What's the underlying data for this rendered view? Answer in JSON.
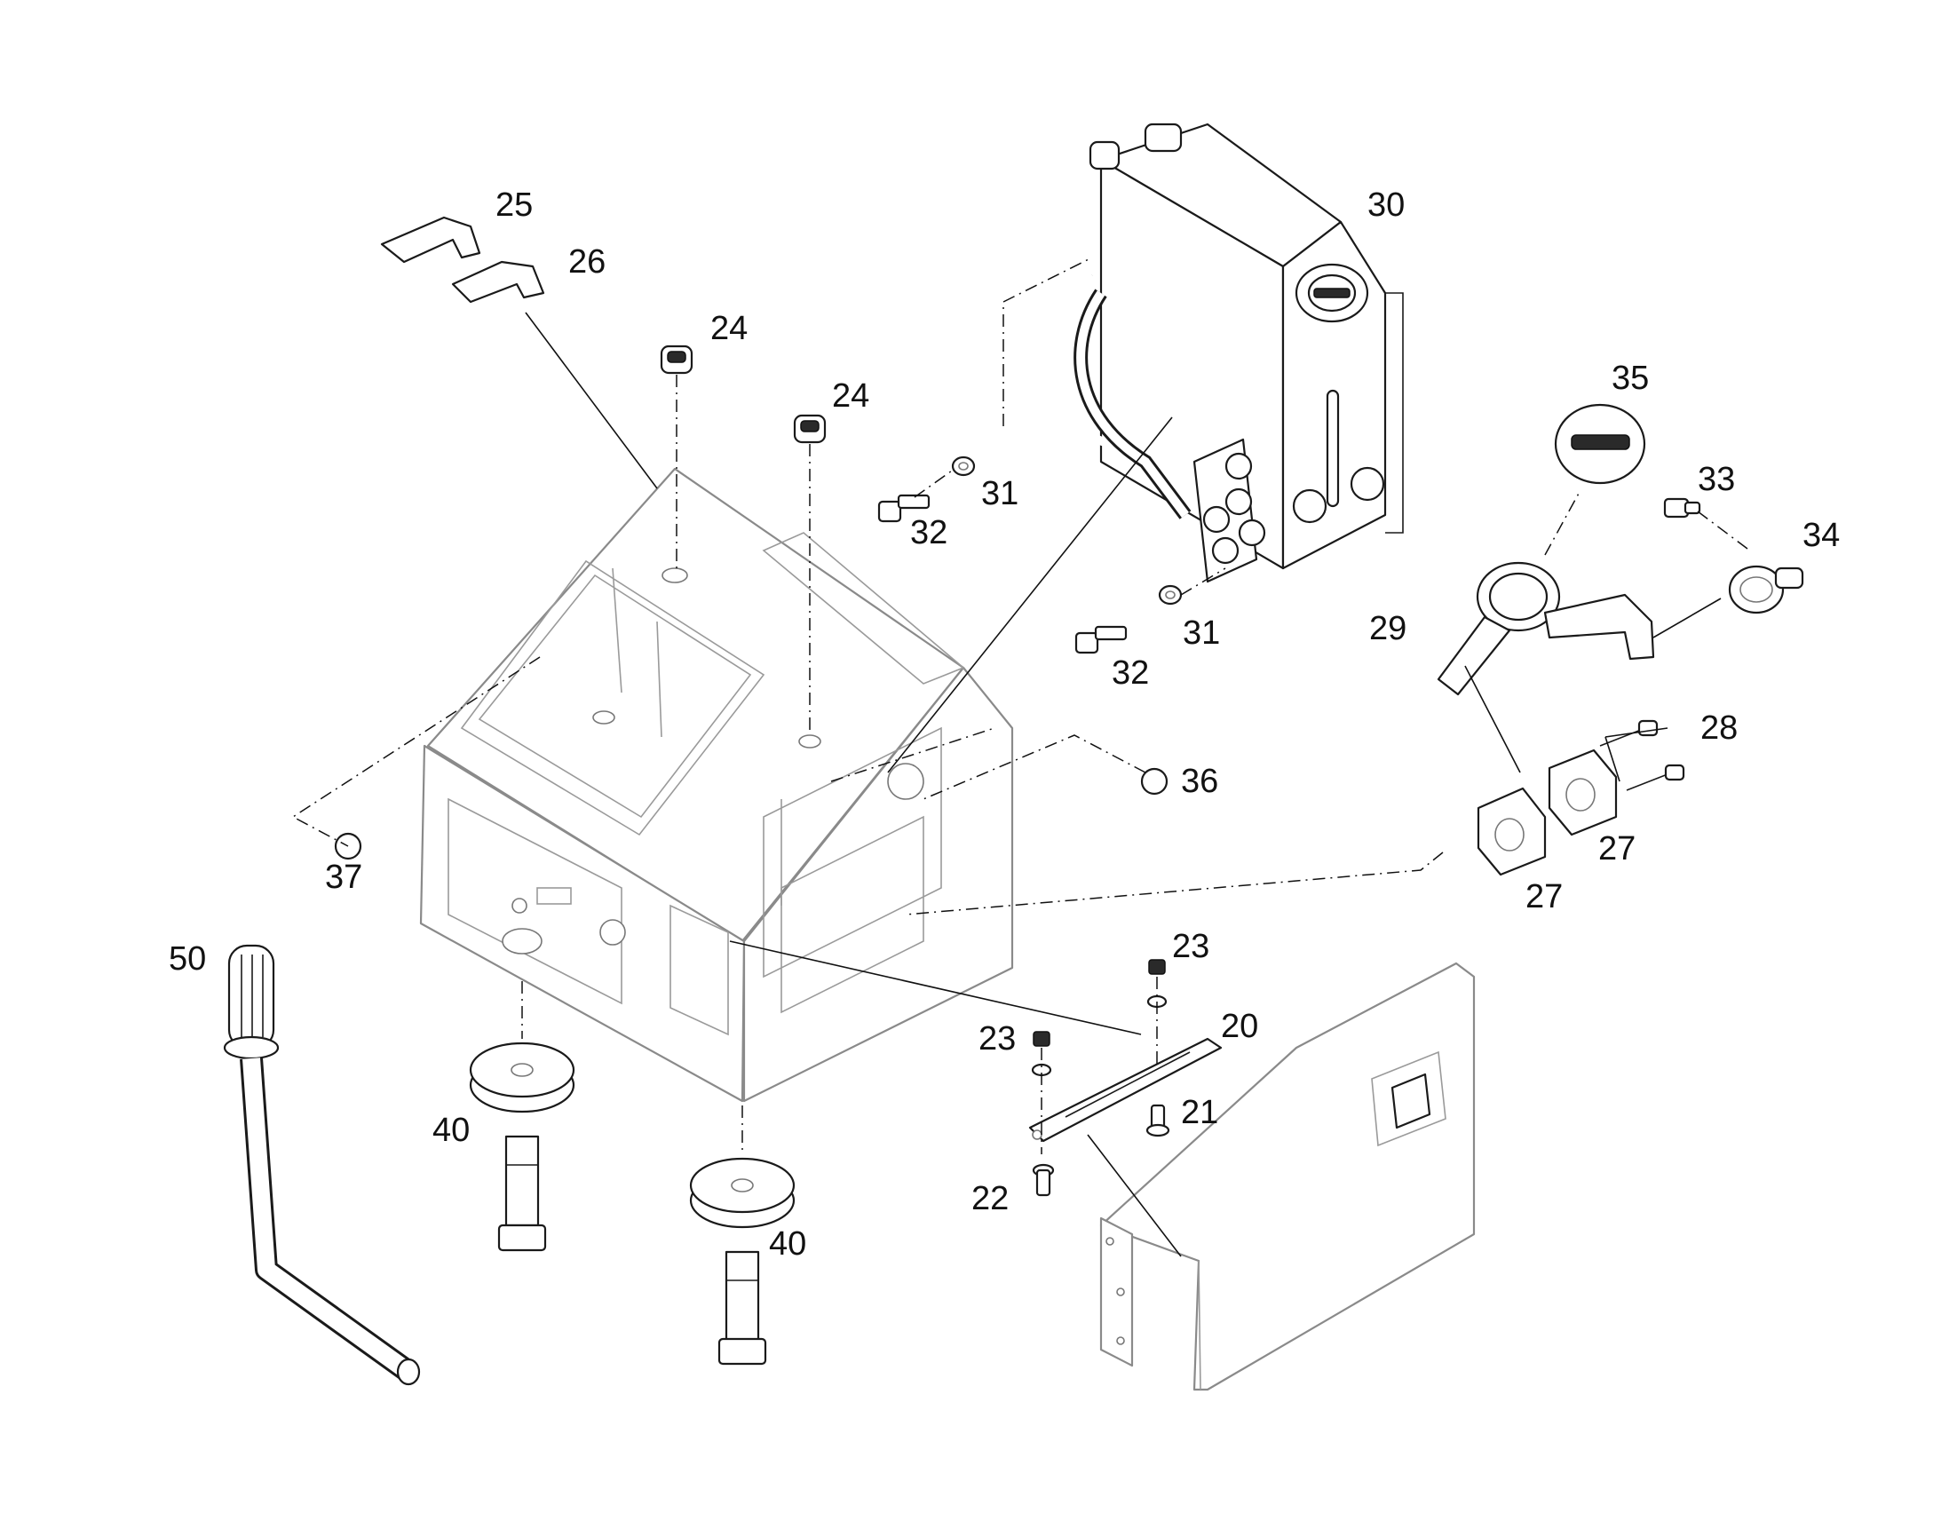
{
  "callouts": {
    "c20": "20",
    "c21": "21",
    "c22": "22",
    "c23a": "23",
    "c23b": "23",
    "c24a": "24",
    "c24b": "24",
    "c25": "25",
    "c26": "26",
    "c27a": "27",
    "c27b": "27",
    "c28": "28",
    "c29": "29",
    "c30": "30",
    "c31a": "31",
    "c31b": "31",
    "c32a": "32",
    "c32b": "32",
    "c33": "33",
    "c34": "34",
    "c35": "35",
    "c36": "36",
    "c37": "37",
    "c40a": "40",
    "c40b": "40",
    "c50": "50"
  }
}
